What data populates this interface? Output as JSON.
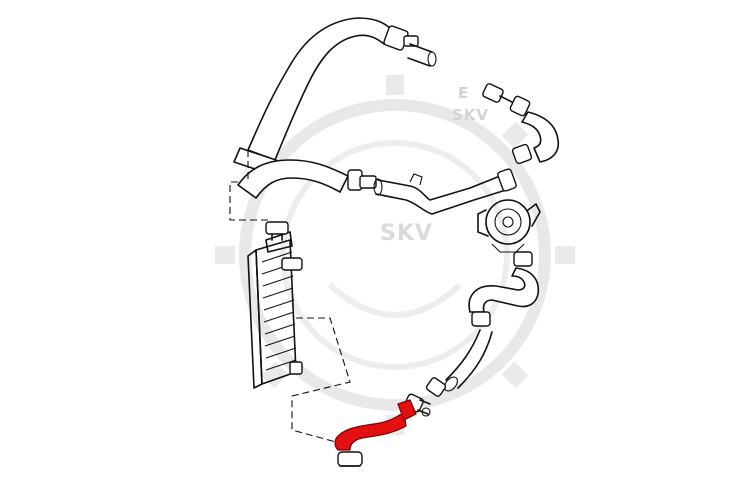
{
  "watermark": {
    "text_large": "SKV",
    "text_small": "SKV",
    "text_mark": "E"
  },
  "colors": {
    "highlight": "#e31010",
    "line": "#111111",
    "watermark": "#d6d6d6"
  }
}
